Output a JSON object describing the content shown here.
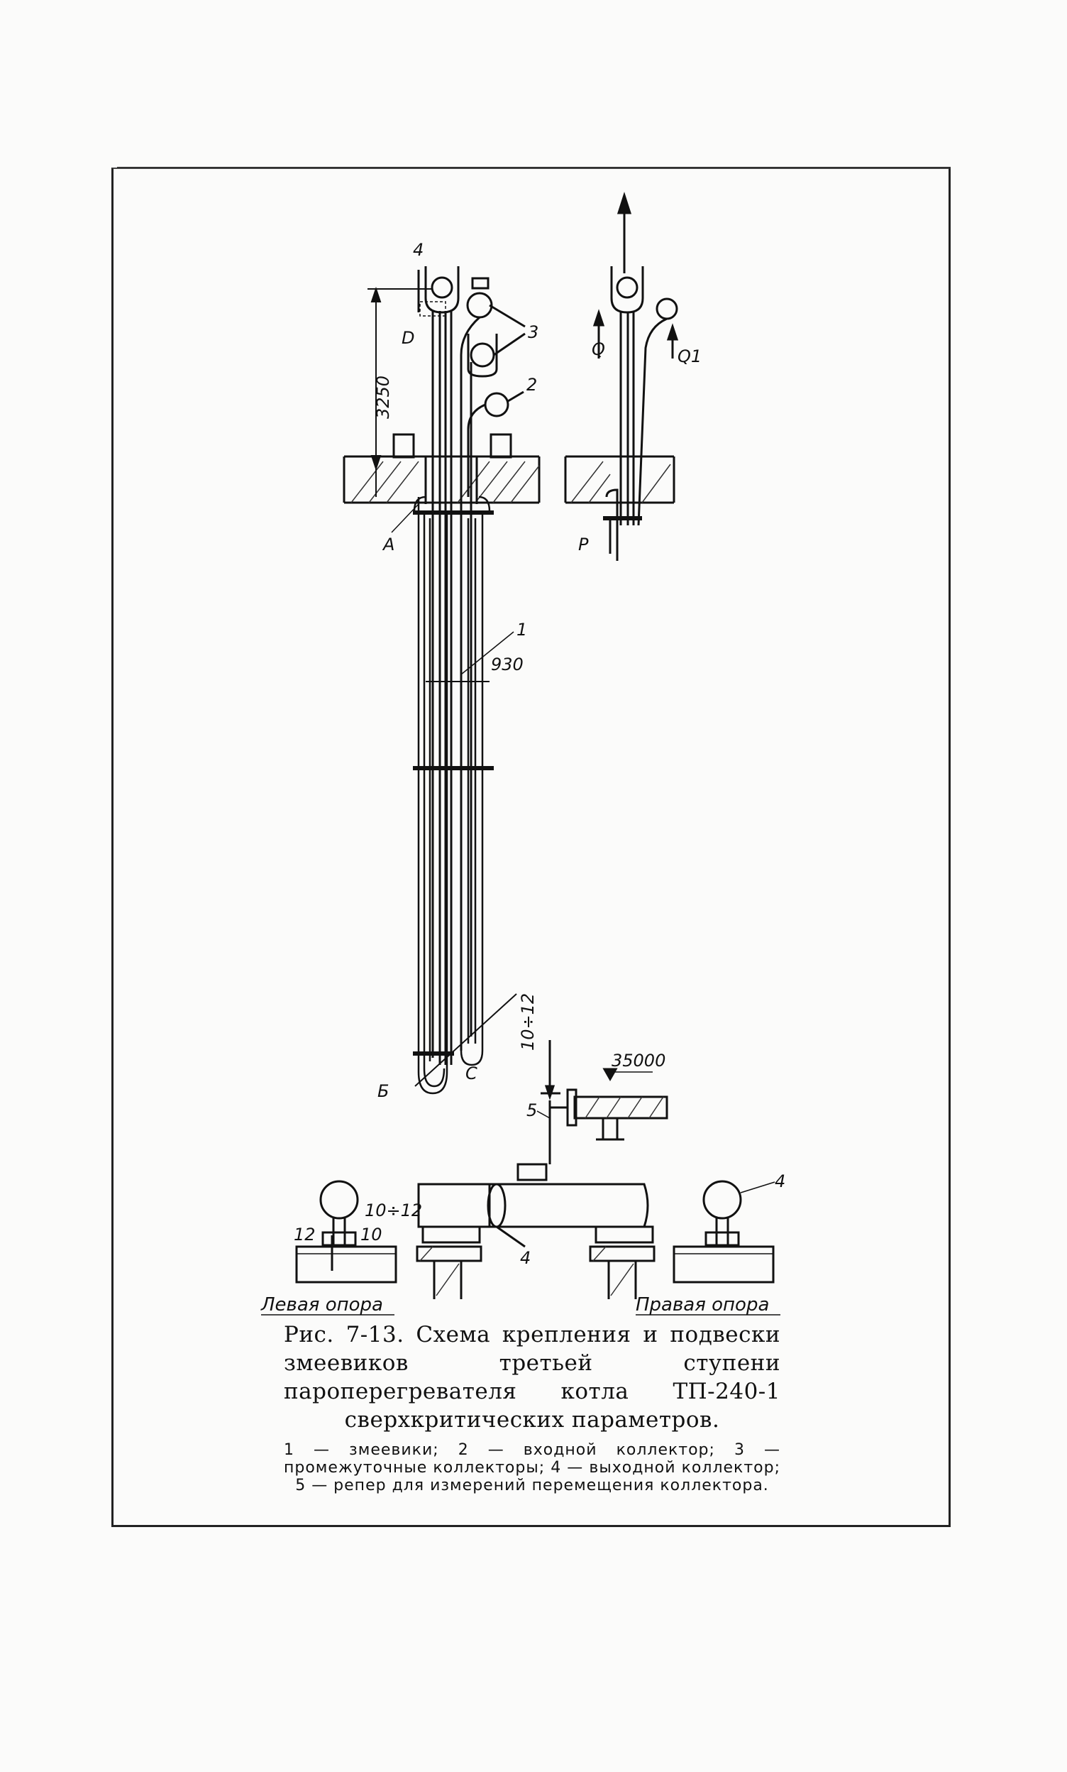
{
  "figure": {
    "caption_title": "Рис. 7-13. Схема крепления и подвески змеевиков третьей ступени пароперегревателя котла ТП-240-1 сверхкритических параметров.",
    "caption_legend": "1 — змеевики; 2 — входной коллектор; 3 — промежуточные коллекторы; 4 — выходной коллектор; 5 — репер для измерений перемещения коллектора."
  },
  "labels": {
    "n4_top": "4",
    "n3": "3",
    "n2": "2",
    "n1": "1",
    "d": "D",
    "dim_3250": "3250",
    "a": "A",
    "dim_930": "930",
    "b": "Б",
    "c": "C",
    "q": "Q",
    "q1": "Q1",
    "p": "P",
    "dim_10_12_top": "10÷12",
    "mark_35000": "35000",
    "n5": "5",
    "n4_bottom_center": "4",
    "n4_bottom_right": "4",
    "dim_10_12_left": "10÷12",
    "dim_12": "12",
    "dim_10": "10",
    "left_support": "Левая опора",
    "right_support": "Правая опора"
  }
}
